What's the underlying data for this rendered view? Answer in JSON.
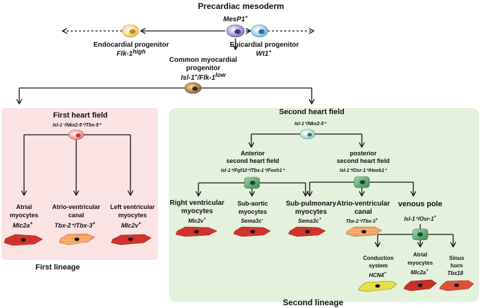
{
  "top": {
    "title": "Precardiac mesoderm",
    "marker": "MesP1",
    "marker_sup": "+"
  },
  "endocardial": {
    "line1": "Endocardial progenitor",
    "marker": "Flk-1",
    "marker_sup": "high"
  },
  "epicardial": {
    "line1": "Epicardial progenitor",
    "marker": "Wt1",
    "marker_sup": "+"
  },
  "common": {
    "line1": "Common myocardial",
    "line2": "progenitor",
    "marker_a": "Isl-1",
    "marker_a_sup": "+",
    "marker_b": "/Flk-1",
    "marker_b_sup": "low"
  },
  "first_field": {
    "title": "First heart field",
    "markers": "Isl-1⁻/Nkx2-5⁺/Tbx-5⁺",
    "lineage": "First lineage",
    "children": [
      {
        "l1": "Atrial",
        "l2": "myocytes",
        "marker": "Mlc2a",
        "sup": "+"
      },
      {
        "l1": "Atrio-ventricular",
        "l2": "canal",
        "marker": "Tbx-2⁺/Tbx-3",
        "sup": "+"
      },
      {
        "l1": "Left ventricular",
        "l2": "myocytes",
        "marker": "Mlc2v",
        "sup": "+"
      }
    ]
  },
  "second_field": {
    "title": "Second heart field",
    "markers": "Isl-1⁺/Nkx2-5⁺",
    "lineage": "Second lineage",
    "anterior": {
      "l1": "Anterior",
      "l2": "second heart field",
      "markers": "Isl-1⁺/Fgf10⁺/Tbx-1⁺/Foxh1⁺"
    },
    "posterior": {
      "l1": "posterior",
      "l2": "second heart field",
      "markers": "Isl-1⁺/Osr-1⁺/Hoxb1⁺"
    },
    "right_ventricular": {
      "l1": "Right ventricular",
      "l2": "myocytes",
      "marker": "Mlc2v",
      "sup": "+"
    },
    "sub_aortic": {
      "l1": "Sub-aortic",
      "l2": "myocytes",
      "marker": "Sema3c",
      "sup": "-"
    },
    "sub_pulmonary": {
      "l1": "Sub-pulmonary",
      "l2": "myocytes",
      "marker": "Sema3c",
      "sup": "+"
    },
    "av_canal": {
      "l1": "Atrio-ventricular",
      "l2": "canal",
      "marker": "Tbx-2⁺/Tbx-3",
      "sup": "+"
    },
    "venous_pole": {
      "title": "venous pole",
      "marker": "Isl-1⁺/Osr-1",
      "sup": "+"
    },
    "conduction": {
      "l1": "Conduction",
      "l2": "system",
      "marker": "HCN4",
      "sup": "+"
    },
    "atrial": {
      "l1": "Atrial",
      "l2": "myocytes",
      "marker": "Mlc2a",
      "sup": "+"
    },
    "sinus_horn": {
      "l1": "Sinus",
      "l2": "horn",
      "marker": "Tbx18"
    }
  },
  "colors": {
    "first_field_bg": "#fbe3e3",
    "second_field_bg": "#e4f1dd",
    "cell_purple": "#8a86c4",
    "cell_orange": "#f2d27a",
    "cell_blue": "#8cc6e3",
    "cell_brown": "#9a7a3a",
    "cell_pink": "#f3a3a3",
    "cell_teal": "#a9d8d2",
    "cell_green": "#5fae73",
    "myocyte_red": "#d2322c",
    "myocyte_orange": "#f2a05a",
    "myocyte_yellow": "#e8e047"
  }
}
